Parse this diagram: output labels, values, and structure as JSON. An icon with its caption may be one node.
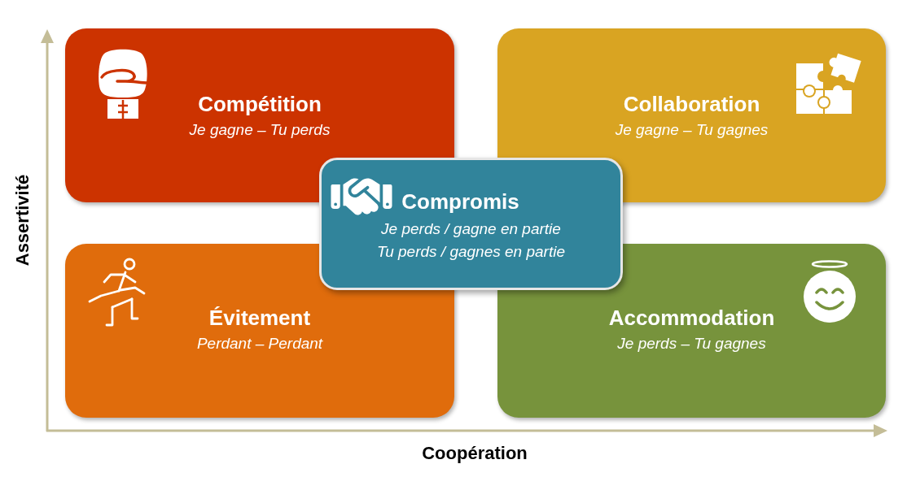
{
  "diagram": {
    "nodes": [
      {
        "text": [
          "Compétition",
          "Je gagne – Tu perds"
        ]
      },
      {
        "text": [
          "Collaboration",
          "Je gagne – Tu gagnes"
        ]
      },
      {
        "text": [
          "Compromis",
          "Je perds / gagne en partie",
          "Tu perds / gagnes en partie"
        ]
      },
      {
        "text": [
          "Évitement",
          "Perdant – Perdant"
        ]
      },
      {
        "text": [
          "Accommodation",
          "Je perds – Tu gagnes"
        ]
      }
    ],
    "labels": [
      "Assertivité",
      "Coopération"
    ]
  }
}
